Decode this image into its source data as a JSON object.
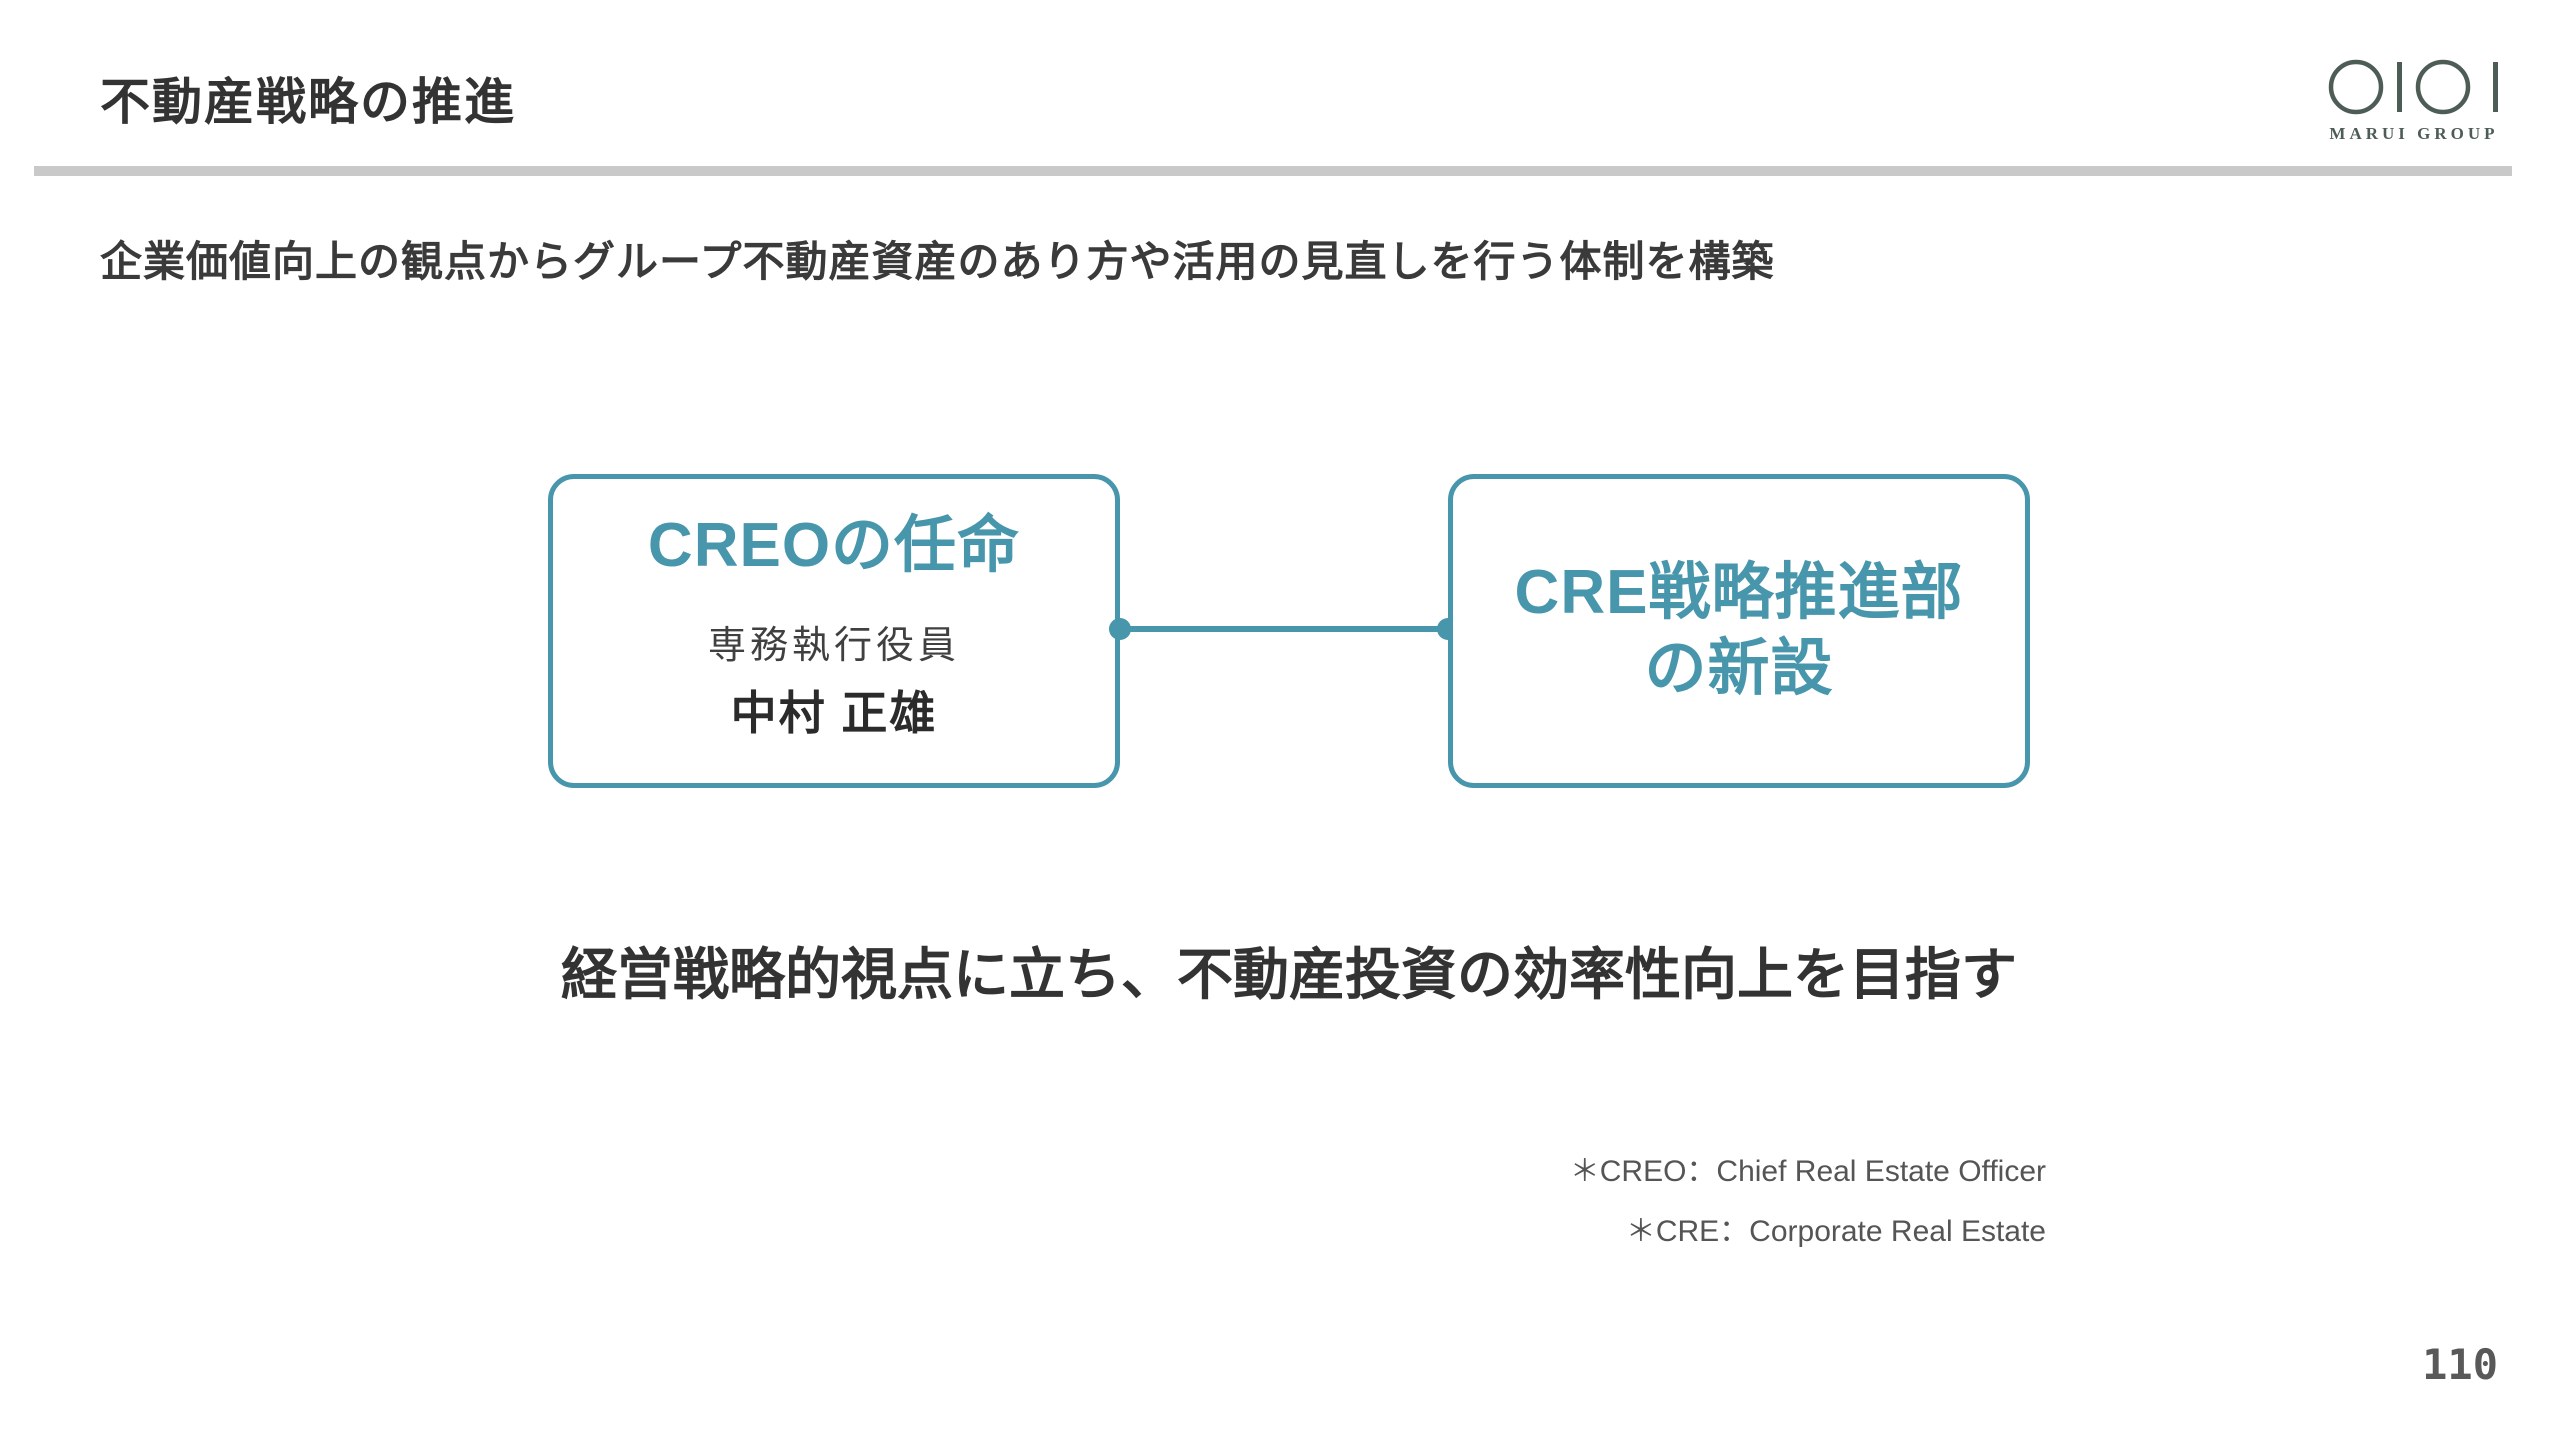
{
  "header": {
    "title": "不動産戦略の推進",
    "logo_text": "MARUI GROUP",
    "logo_color": "#4d5c55"
  },
  "subtitle": "企業価値向上の観点からグループ不動産資産のあり方や活用の見直しを行う体制を構築",
  "diagram": {
    "accent_color": "#4796ac",
    "left_box": {
      "title": "CREOの任命",
      "role": "専務執行役員",
      "name": "中村 正雄"
    },
    "right_box": {
      "title_line1": "CRE戦略推進部",
      "title_line2": "の新設"
    }
  },
  "statement": "経営戦略的視点に立ち、不動産投資の効率性向上を目指す",
  "footnotes": [
    "＊CREO：Chief Real Estate Officer",
    "＊CRE：Corporate Real Estate"
  ],
  "page_number": "110"
}
